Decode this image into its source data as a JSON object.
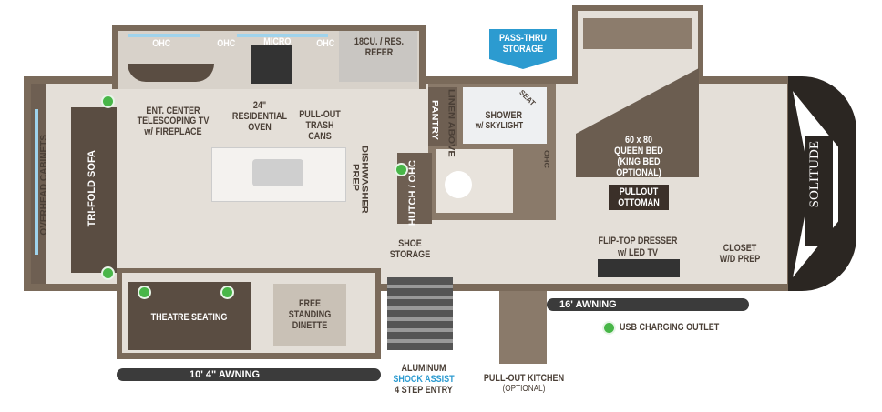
{
  "labels": {
    "ohc": "OHC",
    "micro": "MICRO",
    "refer": "18CU. / RES. REFER",
    "pass_thru": "PASS-THRU STORAGE",
    "ent_center": "ENT. CENTER",
    "telescoping": "TELESCOPING TV",
    "fireplace": "w/ FIREPLACE",
    "oven": "24\" RESIDENTIAL OVEN",
    "trash": "PULL-OUT TRASH CANS",
    "pantry": "PANTRY",
    "linen": "LINEN ABOVE",
    "shower": "SHOWER",
    "skylight": "w/ SKYLIGHT",
    "seat": "SEAT",
    "bed_size": "60 x 80",
    "queen_bed": "QUEEN BED",
    "king_bed": "(KING BED",
    "optional": "OPTIONAL)",
    "pullout": "PULLOUT",
    "ottoman": "OTTOMAN",
    "overhead_cabinets": "OVERHEAD CABINETS",
    "tri_fold_sofa": "TRI-FOLD SOFA",
    "dishwasher": "DISHWASHER PREP",
    "hutch": "HUTCH / OHC",
    "shoe": "SHOE STORAGE",
    "dresser": "FLIP-TOP DRESSER",
    "led_tv": "w/ LED TV",
    "closet": "CLOSET W/D PREP",
    "theatre": "THEATRE SEATING",
    "dinette": "FREE STANDING DINETTE",
    "awning_16": "16' AWNING",
    "awning_10": "10' 4\" AWNING",
    "usb_legend": "USB CHARGING OUTLET",
    "aluminum": "ALUMINUM",
    "shock_assist": "SHOCK ASSIST",
    "step_entry": "4 STEP ENTRY",
    "pullout_kitchen": "PULL-OUT KITCHEN",
    "pullout_kitchen_opt": "(OPTIONAL)",
    "logo": "SOLITUDE"
  },
  "colors": {
    "usb": "#48b648",
    "pass_thru": "#2c9bd0",
    "shock": "#2c9bd0"
  }
}
